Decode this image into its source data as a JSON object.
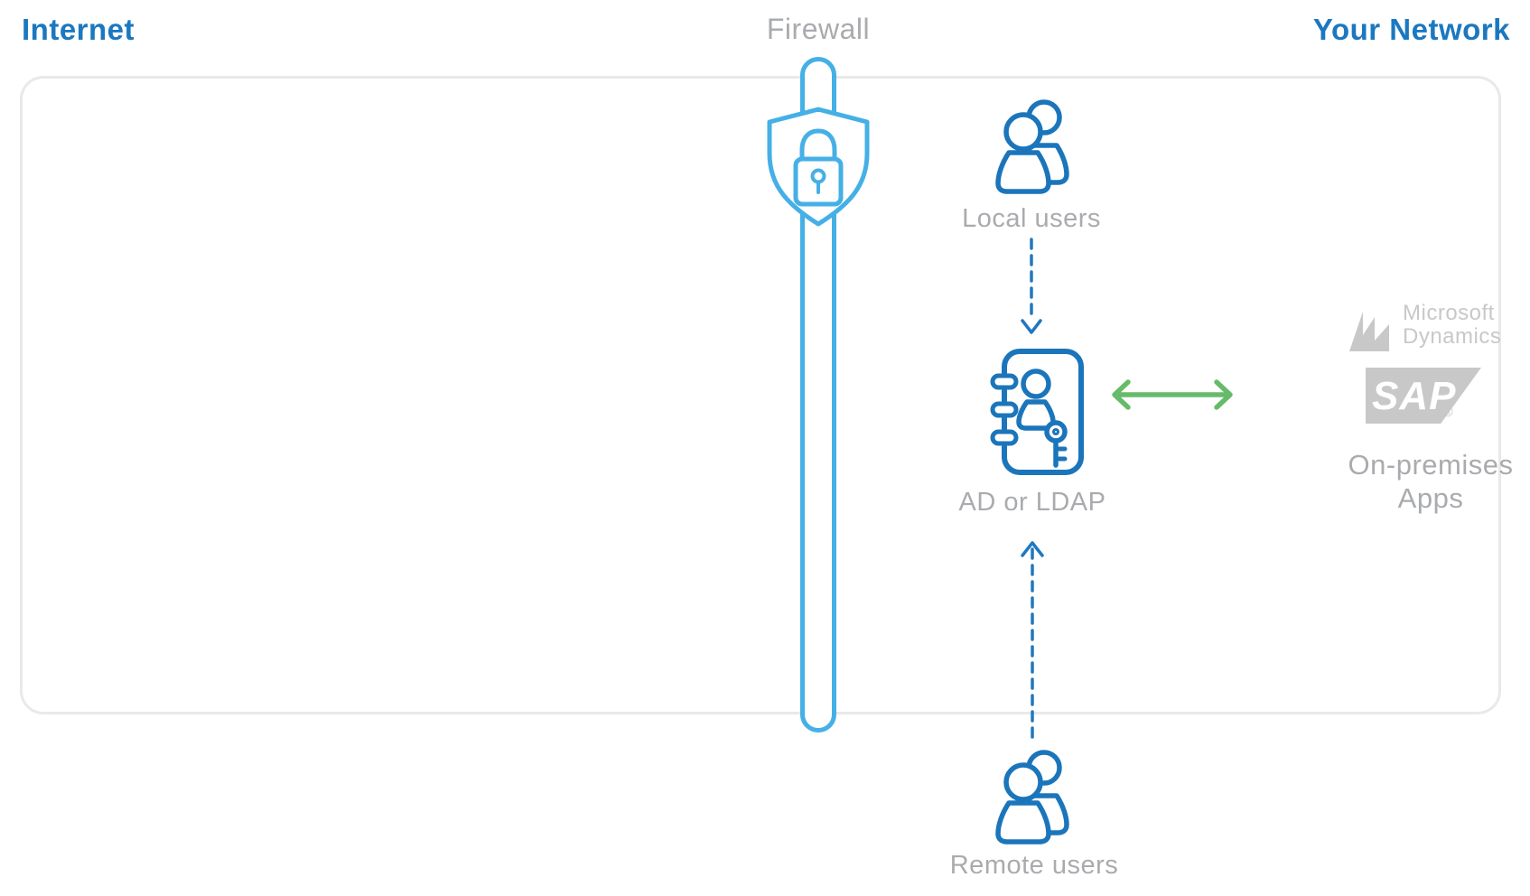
{
  "header": {
    "internet": "Internet",
    "firewall": "Firewall",
    "your_network": "Your Network"
  },
  "nodes": {
    "local_users": {
      "label": "Local users"
    },
    "ad_or_ldap": {
      "label": "AD or LDAP"
    },
    "remote_users": {
      "label": "Remote users"
    },
    "on_premises_apps": {
      "line1": "On-premises",
      "line2": "Apps"
    }
  },
  "logos": {
    "microsoft_dynamics": {
      "line1": "Microsoft",
      "line2": "Dynamics"
    },
    "sap": {
      "text": "SAP",
      "registered_mark": "®"
    }
  },
  "connectors": {
    "local_users_to_ad": "dashed-arrow-down",
    "remote_users_to_ad": "dashed-arrow-up",
    "ad_to_on_premises": "double-arrow-horizontal"
  },
  "colors": {
    "header_blue": "#1b78c0",
    "icon_blue": "#1b75bb",
    "firewall_blue": "#45b0e6",
    "connector_green": "#66bb6a",
    "label_gray": "#a9abae",
    "logo_gray": "#c8c8c8",
    "border_gray": "#e9e9e9"
  }
}
